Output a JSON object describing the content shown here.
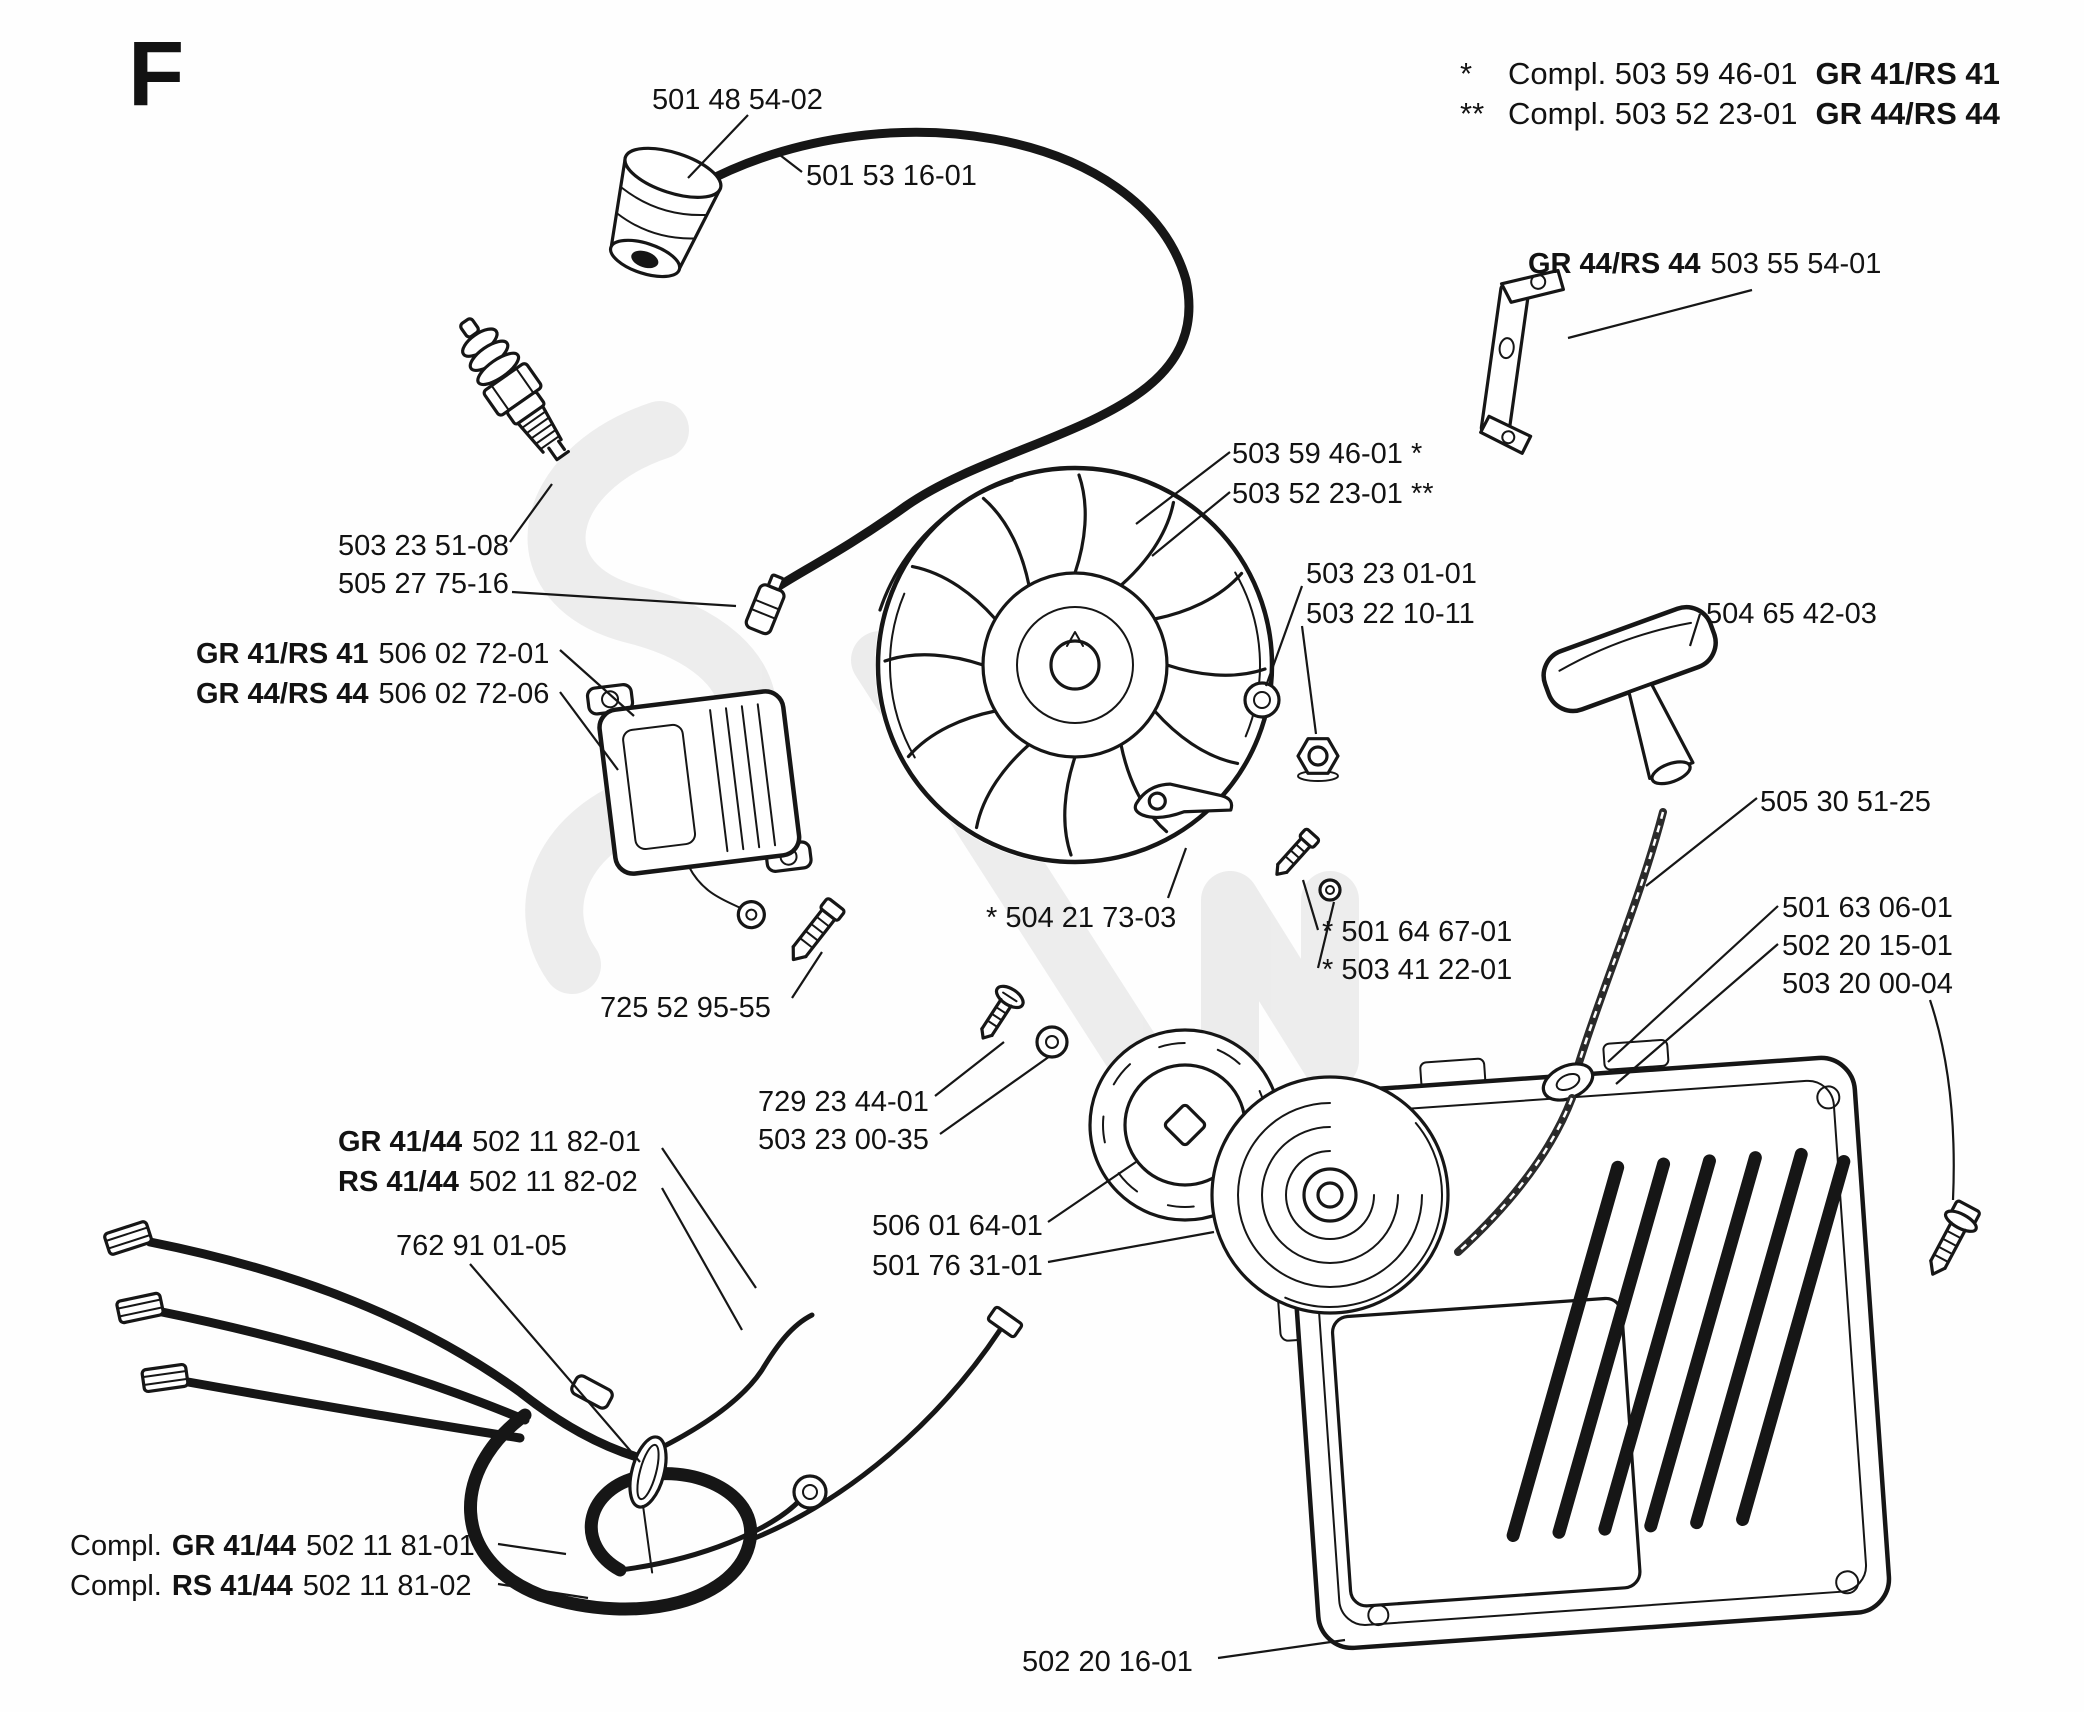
{
  "page": {
    "figure_letter": "F"
  },
  "legend": {
    "rows": [
      {
        "star": "*",
        "text": "Compl. 503 59 46-01",
        "model": "GR 41/RS 41"
      },
      {
        "star": "**",
        "text": "Compl. 503 52 23-01",
        "model": "GR 44/RS 44"
      }
    ]
  },
  "labels": {
    "plug_cap": {
      "text": "501 48 54-02"
    },
    "lead": {
      "text": "501 53 16-01"
    },
    "spark_plug_1": {
      "text": "503 23 51-08"
    },
    "spark_plug_2": {
      "text": "505 27 75-16"
    },
    "coil_gr41": {
      "model": "GR 41/RS 41",
      "text": "506 02 72-01"
    },
    "coil_gr44": {
      "model": "GR 44/RS 44",
      "text": "506 02 72-06"
    },
    "coil_screw": {
      "text": "725 52 95-55"
    },
    "flywheel_1": {
      "text": "503 59 46-01 *"
    },
    "flywheel_2": {
      "text": "503 52 23-01 **"
    },
    "washer": {
      "text": "503 23 01-01"
    },
    "nut": {
      "text": "503 22 10-11"
    },
    "bracket": {
      "model": "GR 44/RS 44",
      "text": "503 55 54-01"
    },
    "handle": {
      "text": "504 65 42-03"
    },
    "rope": {
      "text": "505 30 51-25"
    },
    "pawl": {
      "text": "* 504 21 73-03"
    },
    "pawl_screw_1": {
      "text": "* 501 64 67-01"
    },
    "pawl_screw_2": {
      "text": "* 503 41 22-01"
    },
    "pulley_screw": {
      "text": "729 23 44-01"
    },
    "pulley_washer": {
      "text": "503 23 00-35"
    },
    "grommet_1": {
      "text": "501 63 06-01"
    },
    "grommet_2": {
      "text": "502 20 15-01"
    },
    "grommet_3": {
      "text": "503 20 00-04"
    },
    "harness_gr": {
      "model": "GR 41/44",
      "text": "502 11 82-01"
    },
    "harness_rs": {
      "model": "RS 41/44",
      "text": "502 11 82-02"
    },
    "clamp": {
      "text": "762 91 01-05"
    },
    "pulley_1": {
      "text": "506 01 64-01"
    },
    "pulley_2": {
      "text": "501 76 31-01"
    },
    "compl_gr": {
      "pre": "Compl.",
      "model": "GR 41/44",
      "text": "502 11 81-01"
    },
    "compl_rs": {
      "pre": "Compl.",
      "model": "RS 41/44",
      "text": "502 11 81-02"
    },
    "housing": {
      "text": "502 20 16-01"
    }
  }
}
